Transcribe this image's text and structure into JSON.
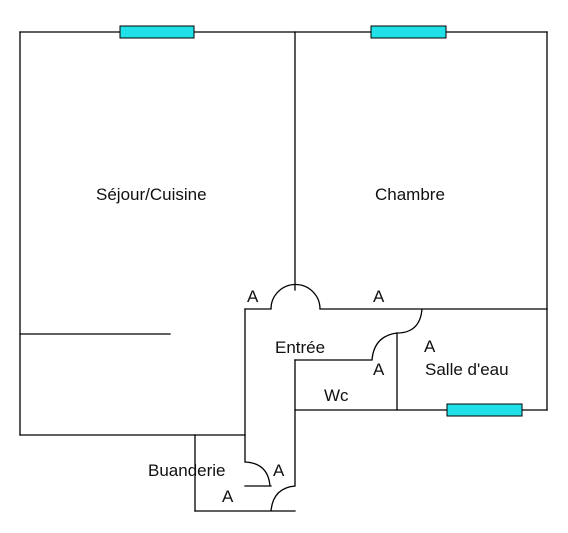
{
  "window_color": "#22e0e8",
  "rooms": {
    "sejour": "Séjour/Cuisine",
    "chambre": "Chambre",
    "entree": "Entrée",
    "salle_eau": "Salle d'eau",
    "wc": "Wc",
    "buanderie": "Buanderie"
  },
  "door_marks": {
    "sejour": "A",
    "chambre": "A",
    "salle_eau": "A",
    "wc": "A",
    "buanderie_upper": "A",
    "buanderie_lower": "A"
  }
}
